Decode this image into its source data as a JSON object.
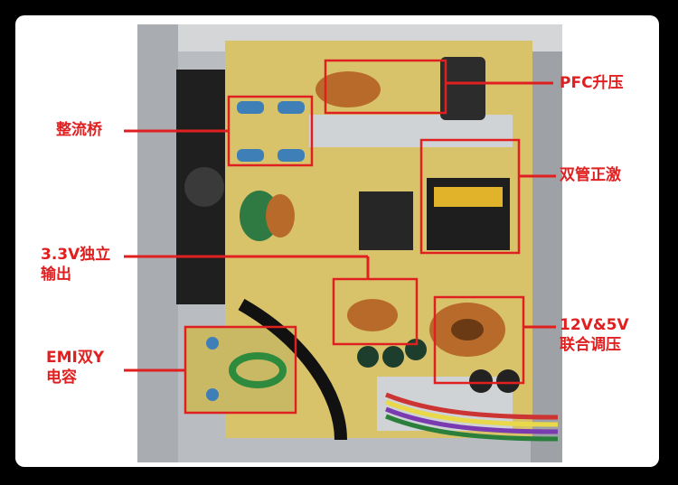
{
  "labels": {
    "pfc": "PFC升压",
    "rectifier": "整流桥",
    "forward": "双管正激",
    "v33_line1": "3.3V独立",
    "v33_line2": "输出",
    "emi_line1": "EMI双Y",
    "emi_line2": "电容",
    "v12_line1": "12V&5V",
    "v12_line2": "联合调压"
  },
  "colors": {
    "accent": "#e02020",
    "pcb": "#d9c36a",
    "chassis": "#b9bcc0",
    "frame": "#000000"
  }
}
